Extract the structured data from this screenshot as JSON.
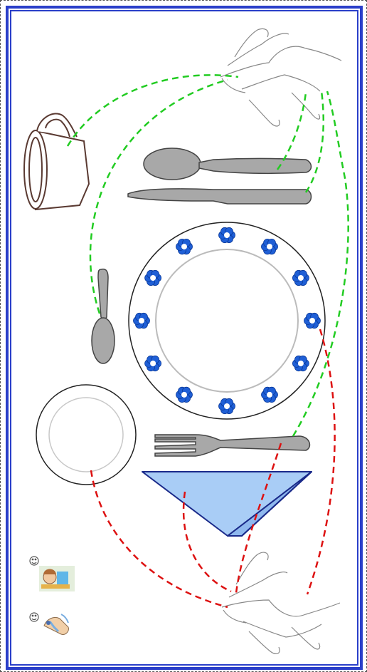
{
  "worksheet": {
    "subject": "table setting",
    "colors": {
      "frame": "#2a3fc9",
      "left_hand_lines": "#22cc22",
      "right_hand_lines": "#dd1111",
      "napkin": "#a9cdf6",
      "flower": "#1f5fd6",
      "cutlery": "#a0a0a0"
    },
    "items": [
      {
        "name": "cup",
        "icon": "cup-icon"
      },
      {
        "name": "spoon",
        "icon": "spoon-icon"
      },
      {
        "name": "knife",
        "icon": "knife-icon"
      },
      {
        "name": "dinner-plate",
        "icon": "plate-icon"
      },
      {
        "name": "dessert-spoon",
        "icon": "spoon-icon"
      },
      {
        "name": "side-plate",
        "icon": "plate-icon"
      },
      {
        "name": "fork",
        "icon": "fork-icon"
      },
      {
        "name": "napkin",
        "icon": "napkin-icon"
      }
    ],
    "hands": [
      "left-hand",
      "right-hand"
    ],
    "legend_icons": [
      "smiley-icon",
      "child-icon",
      "smiley-icon",
      "hand-washing-icon"
    ]
  }
}
